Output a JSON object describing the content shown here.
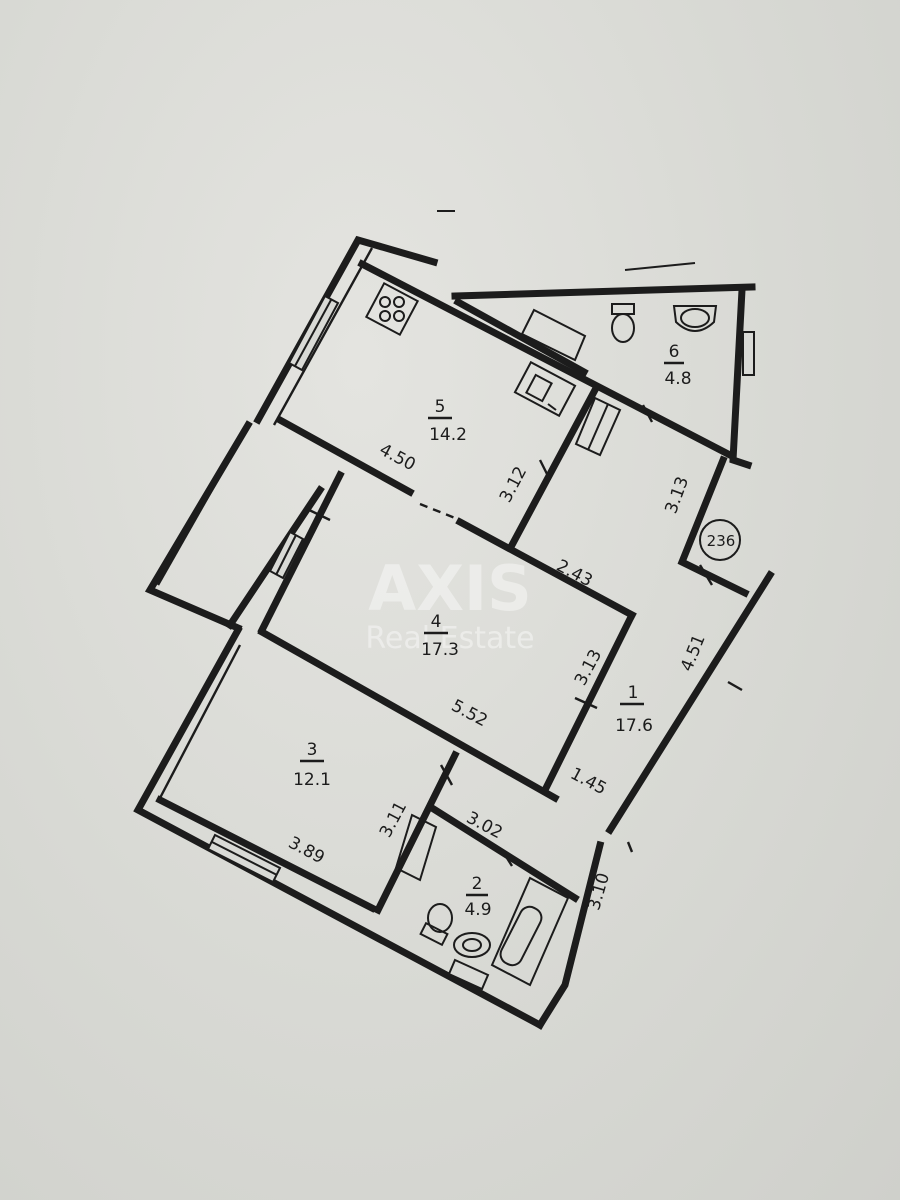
{
  "rooms": [
    {
      "number": "1",
      "area": "17.6"
    },
    {
      "number": "2",
      "area": "4.9"
    },
    {
      "number": "3",
      "area": "12.1"
    },
    {
      "number": "4",
      "area": "17.3"
    },
    {
      "number": "5",
      "area": "14.2"
    },
    {
      "number": "6",
      "area": "4.8"
    }
  ],
  "dimensions": [
    "4.50",
    "3.12",
    "3.13",
    "2.43",
    "3.13",
    "4.51",
    "5.52",
    "1.45",
    "3.11",
    "3.02",
    "3.89",
    "3.10"
  ],
  "shaft_label": "236",
  "watermark": {
    "brand": "AXIS",
    "tagline": "Real Estate"
  }
}
